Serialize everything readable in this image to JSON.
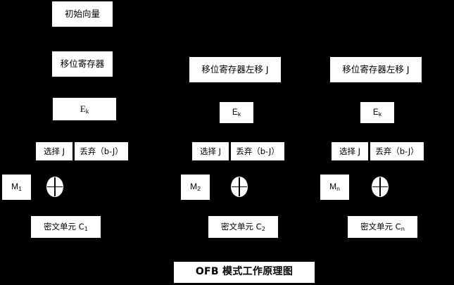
{
  "diagram": {
    "title": "OFB 模式工作原理图",
    "background_color": "#000000",
    "box_color": "#ffffff",
    "text_color": "#000000",
    "initial_vector": "初始向量",
    "columns": [
      {
        "id": "col-1",
        "shift_register": "移位寄存器",
        "encrypt": "E",
        "encrypt_sub": "k",
        "select": "选择 J",
        "discard": "丢弃（b-J）",
        "plaintext": "M",
        "plaintext_sub": "1",
        "xor": "xor-operator",
        "ciphertext": "密文单元 C",
        "ciphertext_sub": "1"
      },
      {
        "id": "col-2",
        "shift_register": "移位寄存器左移 J",
        "encrypt": "E",
        "encrypt_sub": "k",
        "select": "选择 J",
        "discard": "丢弃（b-J）",
        "plaintext": "M",
        "plaintext_sub": "2",
        "xor": "xor-operator",
        "ciphertext": "密文单元 C",
        "ciphertext_sub": "2"
      },
      {
        "id": "col-3",
        "shift_register": "移位寄存器左移 J",
        "encrypt": "E",
        "encrypt_sub": "k",
        "select": "选择 J",
        "discard": "丢弃（b-J）",
        "plaintext": "M",
        "plaintext_sub": "n",
        "xor": "xor-operator",
        "ciphertext": "密文单元 C",
        "ciphertext_sub": "n"
      }
    ]
  }
}
